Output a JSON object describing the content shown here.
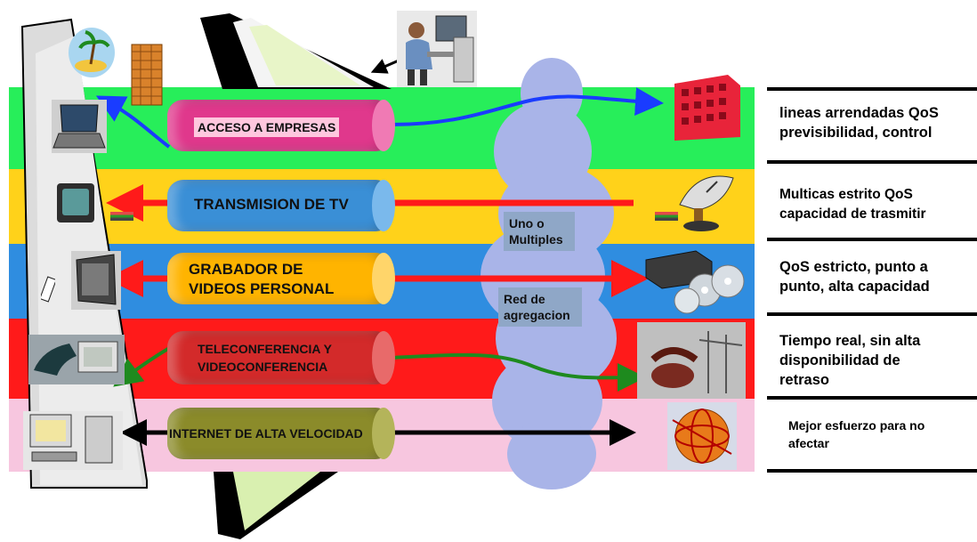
{
  "services": [
    {
      "label": "ACCESO A EMPRESAS",
      "band_color": "#27ee5a",
      "cylinder_color": "#e0388c"
    },
    {
      "label": "TRANSMISION DE TV",
      "band_color": "#ffd21a",
      "cylinder_color": "#3a8fd6"
    },
    {
      "label": "GRABADOR DE VIDEOS PERSONAL",
      "band_color": "#2f8de0",
      "cylinder_color": "#ffb400"
    },
    {
      "label": "TELECONFERENCIA Y VIDEOCONFERENCIA",
      "band_color": "#ff1a1a",
      "cylinder_color": "#d32a2a"
    },
    {
      "label": "INTERNET DE ALTA VELOCIDAD",
      "band_color": "#f7c6df",
      "cylinder_color": "#8b8b2a"
    }
  ],
  "cloud": {
    "label_top": "Uno o Multiples",
    "label_bottom": "Red de agregacion",
    "color": "#a9b4e8"
  },
  "descriptions": [
    "lineas arrendadas QoS previsibilidad, control",
    "Multicas estrito QoS capacidad de trasmitir",
    "QoS estricto, punto a punto, alta capacidad",
    "Tiempo real, sin alta disponibilidad de retraso",
    "Mejor esfuerzo para no afectar"
  ],
  "arrows": {
    "blue": "#1a3cff",
    "red": "#ff1a1a",
    "green": "#1e8a1e",
    "black": "#000000"
  },
  "icons": [
    "island-icon",
    "building-icon",
    "worker-computer-icon",
    "laptop-icon",
    "tv-icon",
    "monitor-icon",
    "phone-icon",
    "desktop-icon",
    "office-building-icon",
    "satellite-dish-icon",
    "dvd-player-icon",
    "old-telephone-icon",
    "globe-icon"
  ]
}
